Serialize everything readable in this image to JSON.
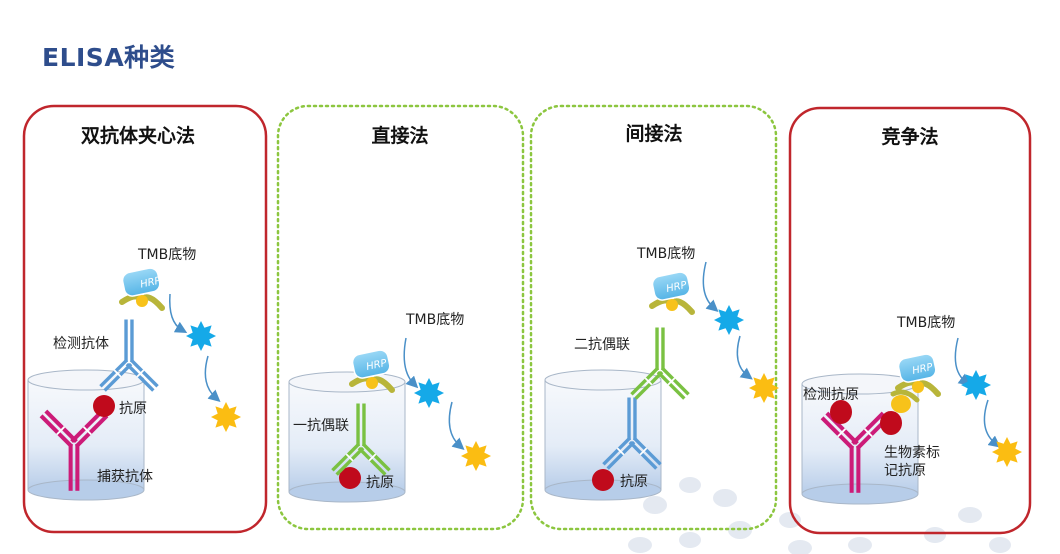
{
  "page": {
    "title": "ELISA种类"
  },
  "panels": [
    {
      "title": "双抗体夹心法",
      "border": "solid",
      "color": "#c0262c",
      "labels": {
        "substrate": "TMB底物",
        "detect": "检测抗体",
        "antigen": "抗原",
        "capture": "捕获抗体"
      }
    },
    {
      "title": "直接法",
      "border": "dotted",
      "color": "#8cc63f",
      "labels": {
        "substrate": "TMB底物",
        "primary": "一抗偶联",
        "antigen": "抗原"
      }
    },
    {
      "title": "间接法",
      "border": "dotted",
      "color": "#8cc63f",
      "labels": {
        "substrate": "TMB底物",
        "secondary": "二抗偶联",
        "antigen": "抗原"
      }
    },
    {
      "title": "竞争法",
      "border": "solid",
      "color": "#c0262c",
      "labels": {
        "substrate": "TMB底物",
        "detect_antigen": "检测抗原",
        "labeled_line1": "生物素标",
        "labeled_line2": "记抗原"
      }
    }
  ],
  "enzyme_label": "HRP",
  "colors": {
    "title": "#2e4d8c",
    "antigen": "#c00a1c",
    "blue_antibody": "#5b9bd5",
    "green_antibody": "#7ac142",
    "magenta_antibody": "#cc1b78",
    "enzyme": "#6cc3ee",
    "substrate_blue": "#15a9e8",
    "substrate_yellow": "#fbbd12"
  },
  "icons": [
    "hrp-enzyme-icon",
    "antibody-icon",
    "antigen-icon",
    "well-icon",
    "substrate-burst-icon",
    "reaction-arrow-icon"
  ]
}
